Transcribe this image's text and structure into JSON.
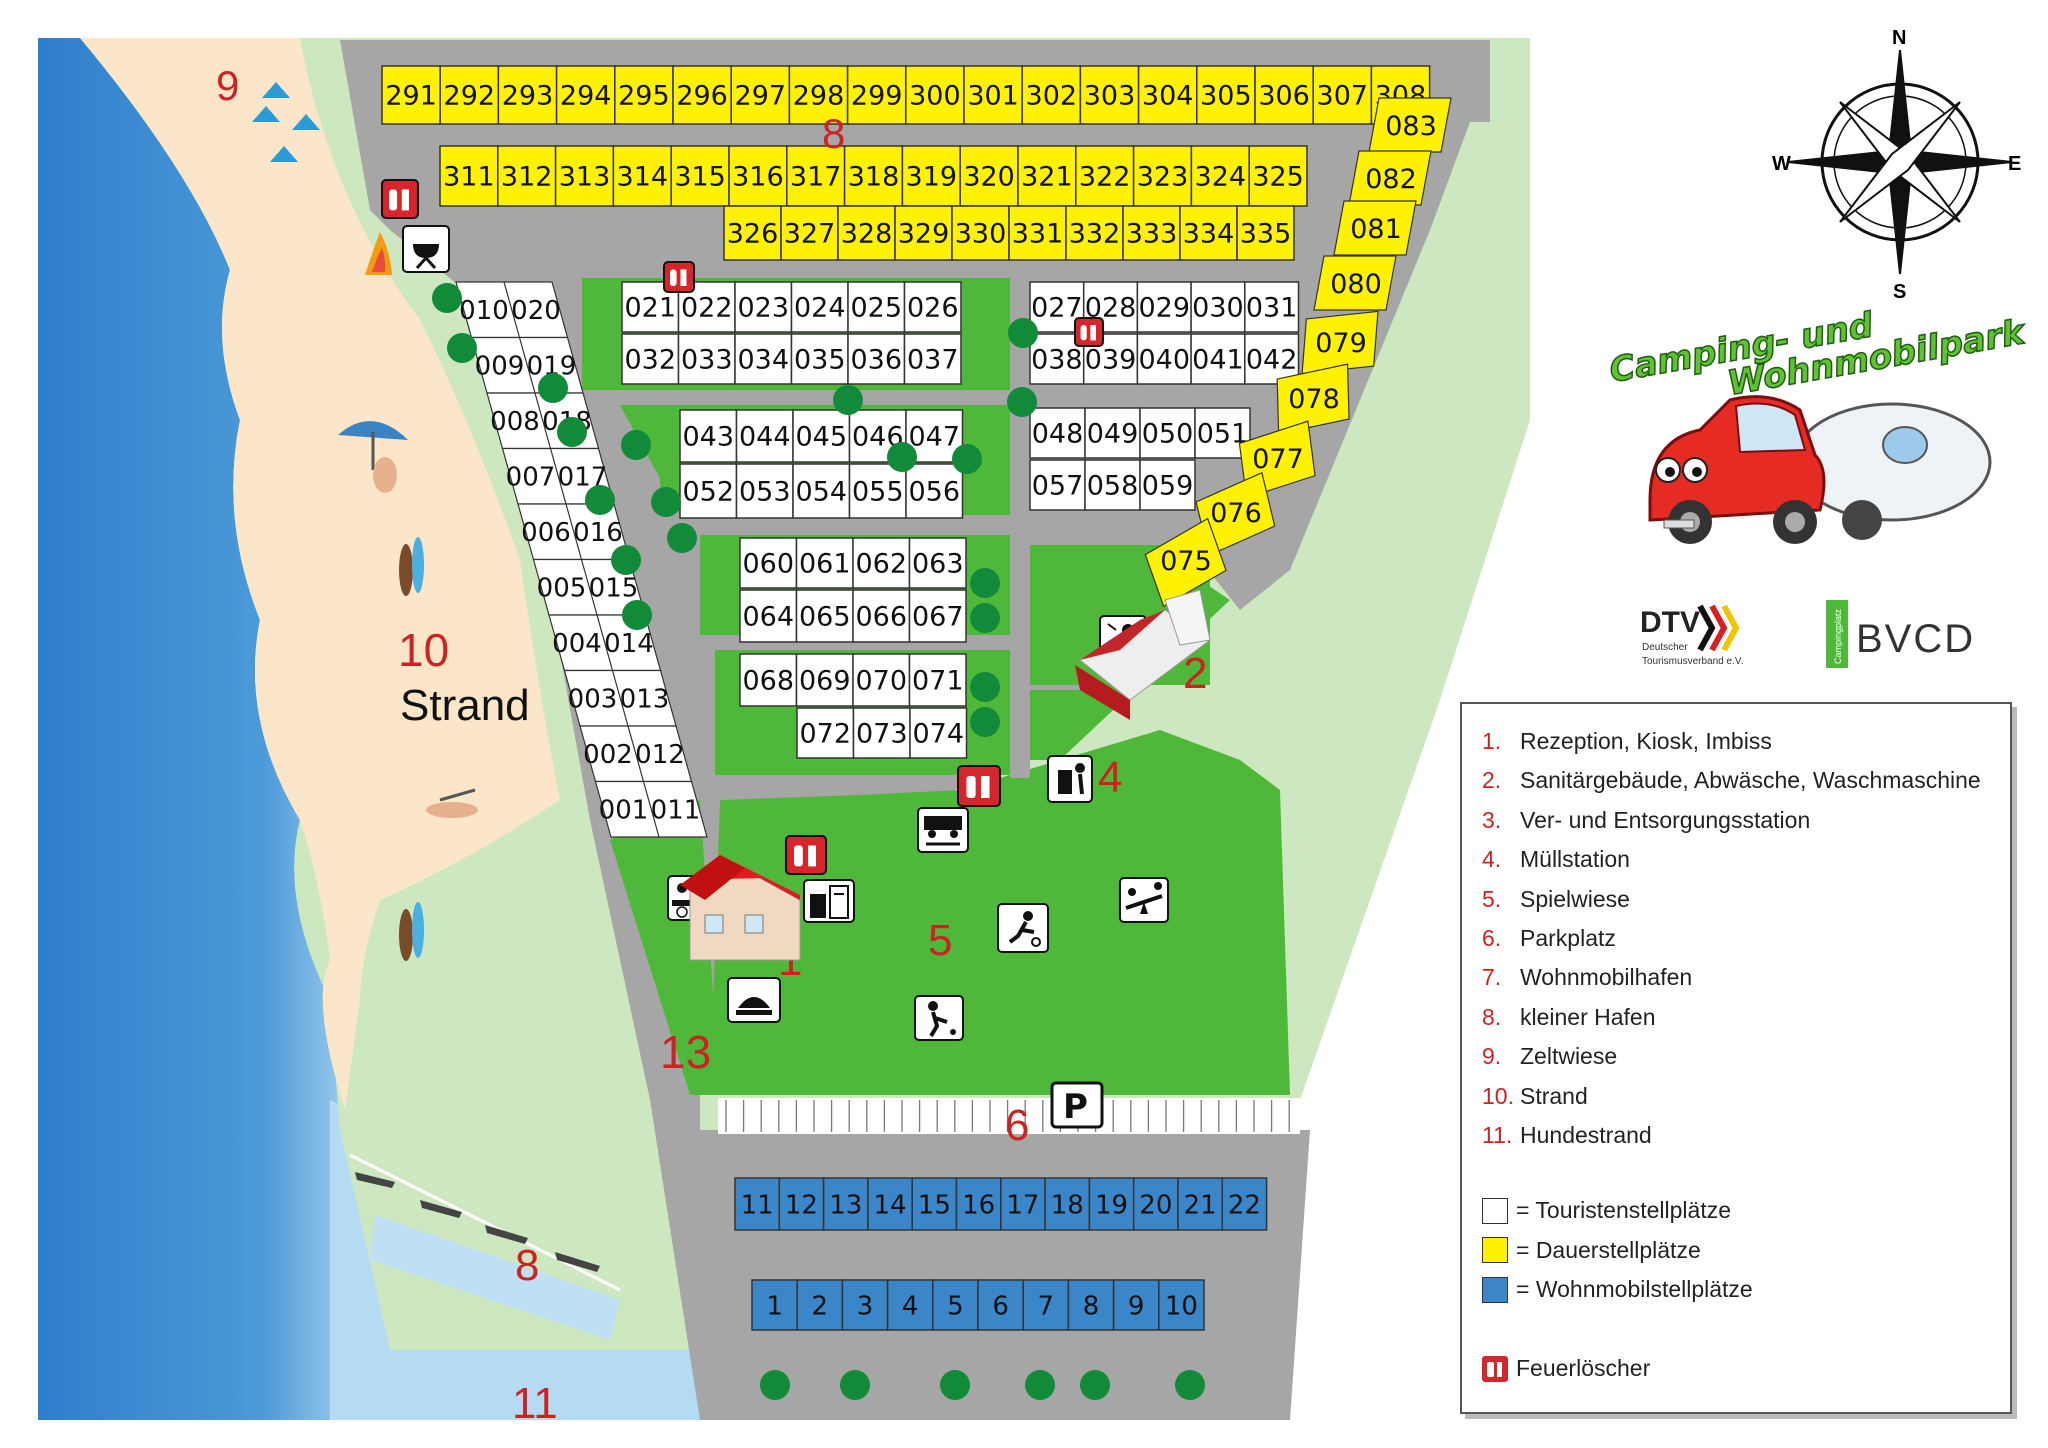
{
  "compass": {
    "n": "N",
    "e": "E",
    "s": "S",
    "w": "W"
  },
  "brand": {
    "line1": "Camping- und",
    "line2": "Wohnmobilpark",
    "dtv": "DTV",
    "dtv_sub1": "Deutscher",
    "dtv_sub2": "Tourismusverband e.V.",
    "bvcd": "BVCD",
    "bvcd_side": "Campingplatz"
  },
  "legend": {
    "items": [
      {
        "num": "1.",
        "label": "Rezeption, Kiosk, Imbiss"
      },
      {
        "num": "2.",
        "label": "Sanitärgebäude, Abwäsche, Waschmaschine"
      },
      {
        "num": "3.",
        "label": "Ver- und Entsorgungsstation"
      },
      {
        "num": "4.",
        "label": "Müllstation"
      },
      {
        "num": "5.",
        "label": "Spielwiese"
      },
      {
        "num": "6.",
        "label": "Parkplatz"
      },
      {
        "num": "7.",
        "label": "Wohnmobilhafen"
      },
      {
        "num": "8.",
        "label": "kleiner Hafen"
      },
      {
        "num": "9.",
        "label": "Zeltwiese"
      },
      {
        "num": "10.",
        "label": "Strand"
      },
      {
        "num": "11.",
        "label": "Hundestrand"
      }
    ],
    "keys": [
      {
        "color": "#ffffff",
        "label": "= Touristenstellplätze"
      },
      {
        "color": "#fff200",
        "label": "= Dauerstellplätze"
      },
      {
        "color": "#3b86c8",
        "label": "= Wohnmobilstellplätze"
      }
    ],
    "extinguisher": "Feuerlöscher"
  },
  "markers": {
    "m1": "1",
    "m2": "2",
    "m4": "4",
    "m5": "5",
    "m6": "6",
    "m8top": "8",
    "m8harbor": "8",
    "m9": "9",
    "m10": "10",
    "strand": "Strand",
    "m11": "11",
    "m13": "13",
    "parking": "P"
  },
  "colors": {
    "sea": "#3d8fd1",
    "beach": "#fbe6c9",
    "meadow": "#4fb83a",
    "lightgreen": "#cde8c0",
    "road": "#a6a6a6",
    "yellow": "#fff200",
    "blue": "#3b86c8",
    "red": "#cc2222"
  },
  "plots": {
    "yellow_row1": [
      "291",
      "292",
      "293",
      "294",
      "295",
      "296",
      "297",
      "298",
      "299",
      "300",
      "301",
      "302",
      "303",
      "304",
      "305",
      "306",
      "307",
      "308"
    ],
    "yellow_row2": [
      "311",
      "312",
      "313",
      "314",
      "315",
      "316",
      "317",
      "318",
      "319",
      "320",
      "321",
      "322",
      "323",
      "324",
      "325"
    ],
    "yellow_row3": [
      "326",
      "327",
      "328",
      "329",
      "330",
      "331",
      "332",
      "333",
      "334",
      "335"
    ],
    "yellow_diag": [
      "083",
      "082",
      "081",
      "080",
      "079",
      "078",
      "077",
      "076",
      "075"
    ],
    "white_left_col1": [
      "010",
      "009",
      "008",
      "007",
      "006",
      "005",
      "004",
      "003",
      "002",
      "001"
    ],
    "white_left_col2": [
      "020",
      "019",
      "018",
      "017",
      "016",
      "015",
      "014",
      "013",
      "012",
      "011"
    ],
    "blockA_row1": [
      "021",
      "022",
      "023",
      "024",
      "025",
      "026"
    ],
    "blockA_row2": [
      "032",
      "033",
      "034",
      "035",
      "036",
      "037"
    ],
    "blockB_row1": [
      "027",
      "028",
      "029",
      "030",
      "031"
    ],
    "blockB_row2": [
      "038",
      "039",
      "040",
      "041",
      "042"
    ],
    "blockC_row1": [
      "043",
      "044",
      "045",
      "046",
      "047"
    ],
    "blockC_row2": [
      "052",
      "053",
      "054",
      "055",
      "056"
    ],
    "blockD_row1": [
      "048",
      "049",
      "050",
      "051"
    ],
    "blockD_row2": [
      "057",
      "058",
      "059"
    ],
    "blockE_row1": [
      "060",
      "061",
      "062",
      "063"
    ],
    "blockE_row2": [
      "064",
      "065",
      "066",
      "067"
    ],
    "blockF_row1": [
      "068",
      "069",
      "070",
      "071"
    ],
    "blockF_row2": [
      "072",
      "073",
      "074"
    ],
    "rv_row1": [
      "11",
      "12",
      "13",
      "14",
      "15",
      "16",
      "17",
      "18",
      "19",
      "20",
      "21",
      "22"
    ],
    "rv_row2": [
      "1",
      "2",
      "3",
      "4",
      "5",
      "6",
      "7",
      "8",
      "9",
      "10"
    ]
  },
  "icons": [
    "reception-icon",
    "info-icon",
    "kiosk-icon",
    "food-icon",
    "umbrella-icon",
    "shower-icon",
    "trash-icon",
    "dump-station-icon",
    "football-icon",
    "seesaw-icon",
    "petanque-icon",
    "parking-icon",
    "fire-extinguisher-icon",
    "grill-icon",
    "campfire-icon",
    "tent-icon",
    "swimmer-icon",
    "surfer-icon",
    "sunbather-icon",
    "tree-icon",
    "boat-icon",
    "compass-icon",
    "car-caravan-logo"
  ]
}
